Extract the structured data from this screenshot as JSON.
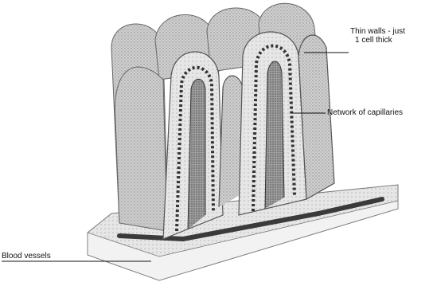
{
  "labels": {
    "thin_walls_line1": "Thin walls - just",
    "thin_walls_line2": "1 cell thick",
    "network": "Network of capillaries",
    "blood_vessels": "Blood  vessels"
  }
}
